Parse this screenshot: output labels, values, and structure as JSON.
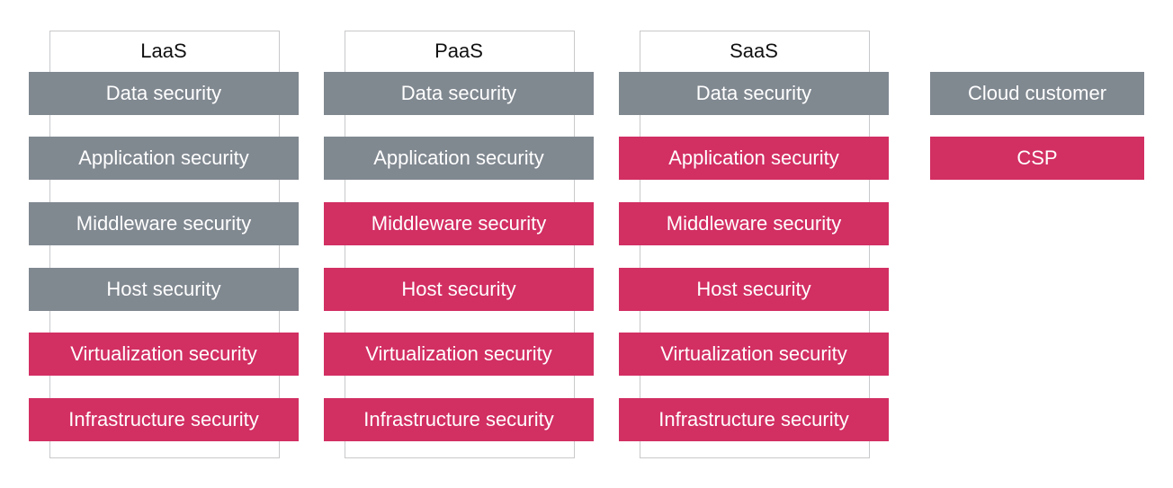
{
  "colors": {
    "cloud_customer": "#808890",
    "csp": "#d22f63",
    "frame": "#c8c9cb"
  },
  "columns": [
    {
      "title": "LaaS",
      "rows": [
        {
          "label": "Data security",
          "owner": "customer"
        },
        {
          "label": "Application security",
          "owner": "customer"
        },
        {
          "label": "Middleware security",
          "owner": "customer"
        },
        {
          "label": "Host security",
          "owner": "customer"
        },
        {
          "label": "Virtualization security",
          "owner": "csp"
        },
        {
          "label": "Infrastructure security",
          "owner": "csp"
        }
      ]
    },
    {
      "title": "PaaS",
      "rows": [
        {
          "label": "Data security",
          "owner": "customer"
        },
        {
          "label": "Application security",
          "owner": "customer"
        },
        {
          "label": "Middleware security",
          "owner": "csp"
        },
        {
          "label": "Host security",
          "owner": "csp"
        },
        {
          "label": "Virtualization security",
          "owner": "csp"
        },
        {
          "label": "Infrastructure security",
          "owner": "csp"
        }
      ]
    },
    {
      "title": "SaaS",
      "rows": [
        {
          "label": "Data security",
          "owner": "customer"
        },
        {
          "label": "Application security",
          "owner": "csp"
        },
        {
          "label": "Middleware security",
          "owner": "csp"
        },
        {
          "label": "Host security",
          "owner": "csp"
        },
        {
          "label": "Virtualization security",
          "owner": "csp"
        },
        {
          "label": "Infrastructure security",
          "owner": "csp"
        }
      ]
    }
  ],
  "legend": {
    "customer_label": "Cloud customer",
    "csp_label": "CSP"
  }
}
